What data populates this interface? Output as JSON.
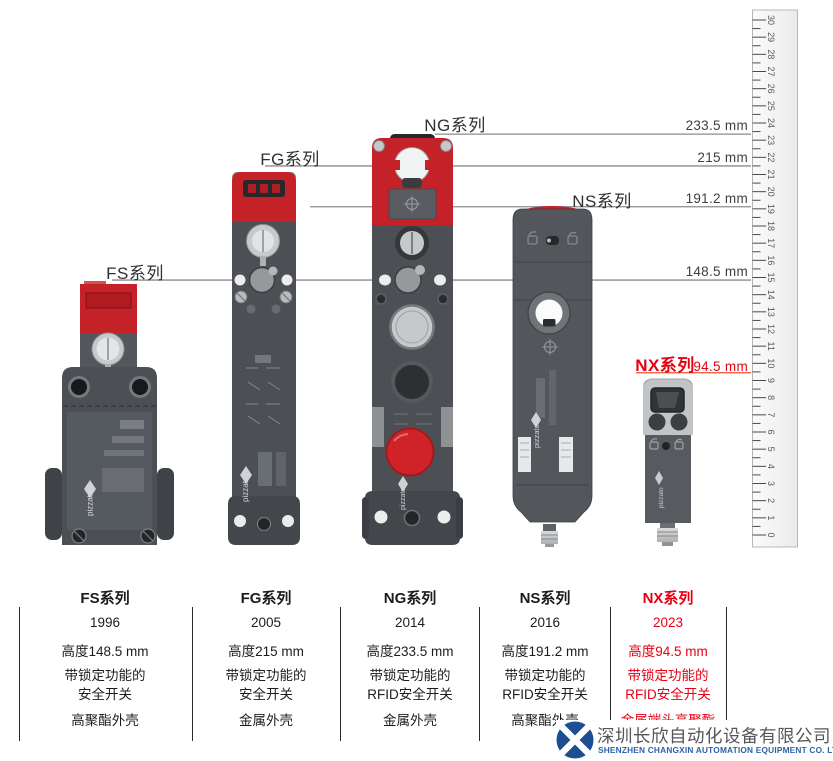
{
  "series_labels": {
    "fs": "FS系列",
    "fg": "FG系列",
    "ng": "NG系列",
    "ns": "NS系列",
    "nx": "NX系列"
  },
  "measurements": [
    {
      "label": "233.5 mm",
      "mm": 233.5,
      "highlight": false
    },
    {
      "label": "215 mm",
      "mm": 215,
      "highlight": false
    },
    {
      "label": "191.2 mm",
      "mm": 191.2,
      "highlight": false
    },
    {
      "label": "148.5 mm",
      "mm": 148.5,
      "highlight": false
    },
    {
      "label": "94.5 mm",
      "mm": 94.5,
      "highlight": true
    }
  ],
  "ruler": {
    "numbers": [
      0,
      1,
      2,
      3,
      4,
      5,
      6,
      7,
      8,
      9,
      10,
      11,
      12,
      13,
      14,
      15,
      16,
      17,
      18,
      19,
      20,
      21,
      22,
      23,
      24,
      25,
      26,
      27,
      28,
      29,
      30
    ]
  },
  "devices": {
    "brand": "pizzato"
  },
  "table": {
    "columns": [
      {
        "title": "FS系列",
        "year": "1996",
        "height": "高度148.5 mm",
        "feature1": "带锁定功能的",
        "feature2": "安全开关",
        "housing": "高聚酯外壳"
      },
      {
        "title": "FG系列",
        "year": "2005",
        "height": "高度215 mm",
        "feature1": "带锁定功能的",
        "feature2": "安全开关",
        "housing": "金属外壳"
      },
      {
        "title": "NG系列",
        "year": "2014",
        "height": "高度233.5 mm",
        "feature1": "带锁定功能的",
        "feature2": "RFID安全开关",
        "housing": "金属外壳"
      },
      {
        "title": "NS系列",
        "year": "2016",
        "height": "高度191.2 mm",
        "feature1": "带锁定功能的",
        "feature2": "RFID安全开关",
        "housing": "高聚酯外壳"
      },
      {
        "title": "NX系列",
        "year": "2023",
        "height": "高度94.5 mm",
        "feature1": "带锁定功能的",
        "feature2": "RFID安全开关",
        "housing": "金属端头高聚酯"
      }
    ]
  },
  "footer": {
    "company_cn": "深圳长欣自动化设备有限公司",
    "company_en": "SHENZHEN CHANGXIN AUTOMATION EQUIPMENT CO. LTD"
  },
  "colors": {
    "brand_red": "#c42128",
    "highlight_red": "#e60014",
    "measure_line": "#8c8c8c",
    "measure_line_red": "#e8562c",
    "logo_blue": "#1d4e91"
  }
}
